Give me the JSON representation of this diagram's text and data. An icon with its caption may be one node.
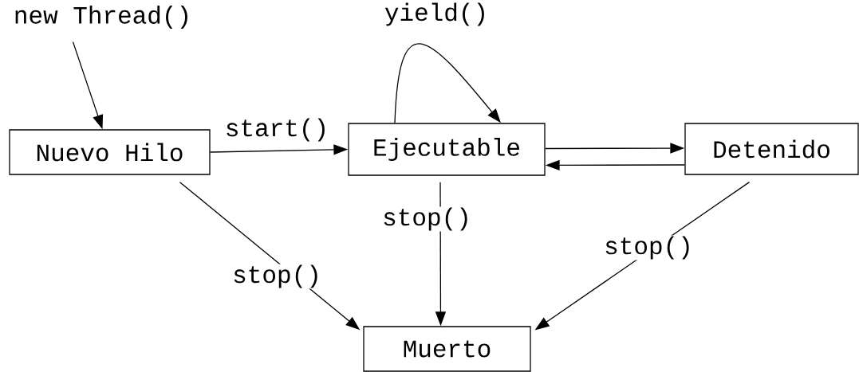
{
  "diagram": {
    "nodes": [
      {
        "text": [
          "new Thread()"
        ]
      },
      {
        "text": [
          "Nuevo Hilo"
        ]
      },
      {
        "text": [
          "Ejecutable"
        ]
      },
      {
        "text": [
          "Detenido"
        ]
      },
      {
        "text": [
          "Muerto"
        ]
      }
    ],
    "edges": [
      {
        "from": 0,
        "to": 1,
        "arrow": "to"
      },
      {
        "from": 1,
        "to": 2,
        "arrow": "to",
        "label": "start()"
      },
      {
        "from": 2,
        "to": 2,
        "arrow": "to",
        "label": "yield()"
      },
      {
        "from": 2,
        "to": 3,
        "arrow": "to"
      },
      {
        "from": 3,
        "to": 2,
        "arrow": "to"
      },
      {
        "from": 1,
        "to": 4,
        "arrow": "to",
        "label": "stop()"
      },
      {
        "from": 2,
        "to": 4,
        "arrow": "to",
        "label": "stop()"
      },
      {
        "from": 3,
        "to": 4,
        "arrow": "to",
        "label": "stop()"
      }
    ]
  }
}
